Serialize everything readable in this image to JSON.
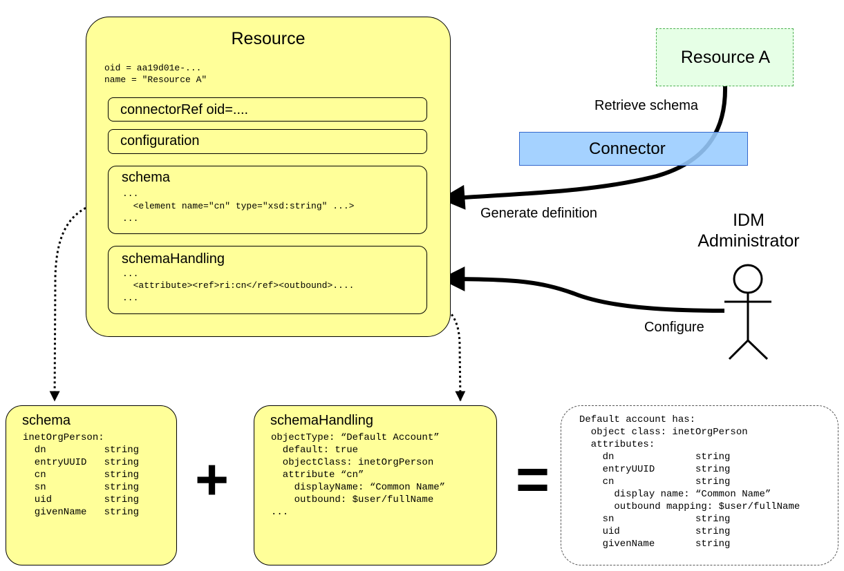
{
  "resource": {
    "title": "Resource",
    "oid_line": "oid = aa19d01e-...",
    "name_line": "name = \"Resource A\"",
    "connector_ref": "connectorRef oid=....",
    "configuration": "configuration",
    "schema": {
      "title": "schema",
      "lines": [
        "...",
        "  <element name=\"cn\" type=\"xsd:string\" ...>",
        "..."
      ]
    },
    "schema_handling": {
      "title": "schemaHandling",
      "lines": [
        "...",
        "  <attribute><ref>ri:cn</ref><outbound>....",
        "..."
      ]
    }
  },
  "resource_a": {
    "label": "Resource A"
  },
  "connector": {
    "label": "Connector"
  },
  "labels": {
    "retrieve_schema": "Retrieve schema",
    "generate_definition": "Generate definition",
    "configure": "Configure",
    "admin_line1": "IDM",
    "admin_line2": "Administrator"
  },
  "schema_box": {
    "title": "schema",
    "text": "inetOrgPerson:\n  dn          string\n  entryUUID   string\n  cn          string\n  sn          string\n  uid         string\n  givenName   string"
  },
  "schema_handling_box": {
    "title": "schemaHandling",
    "text": "objectType: “Default Account”\n  default: true\n  objectClass: inetOrgPerson\n  attribute “cn”\n    displayName: “Common Name”\n    outbound: $user/fullName\n..."
  },
  "operators": {
    "plus": "+",
    "equals": "="
  },
  "result_box": {
    "text": "Default account has:\n  object class: inetOrgPerson\n  attributes:\n    dn              string\n    entryUUID       string\n    cn              string\n      display name: “Common Name”\n      outbound mapping: $user/fullName\n    sn              string\n    uid             string\n    givenName       string"
  }
}
